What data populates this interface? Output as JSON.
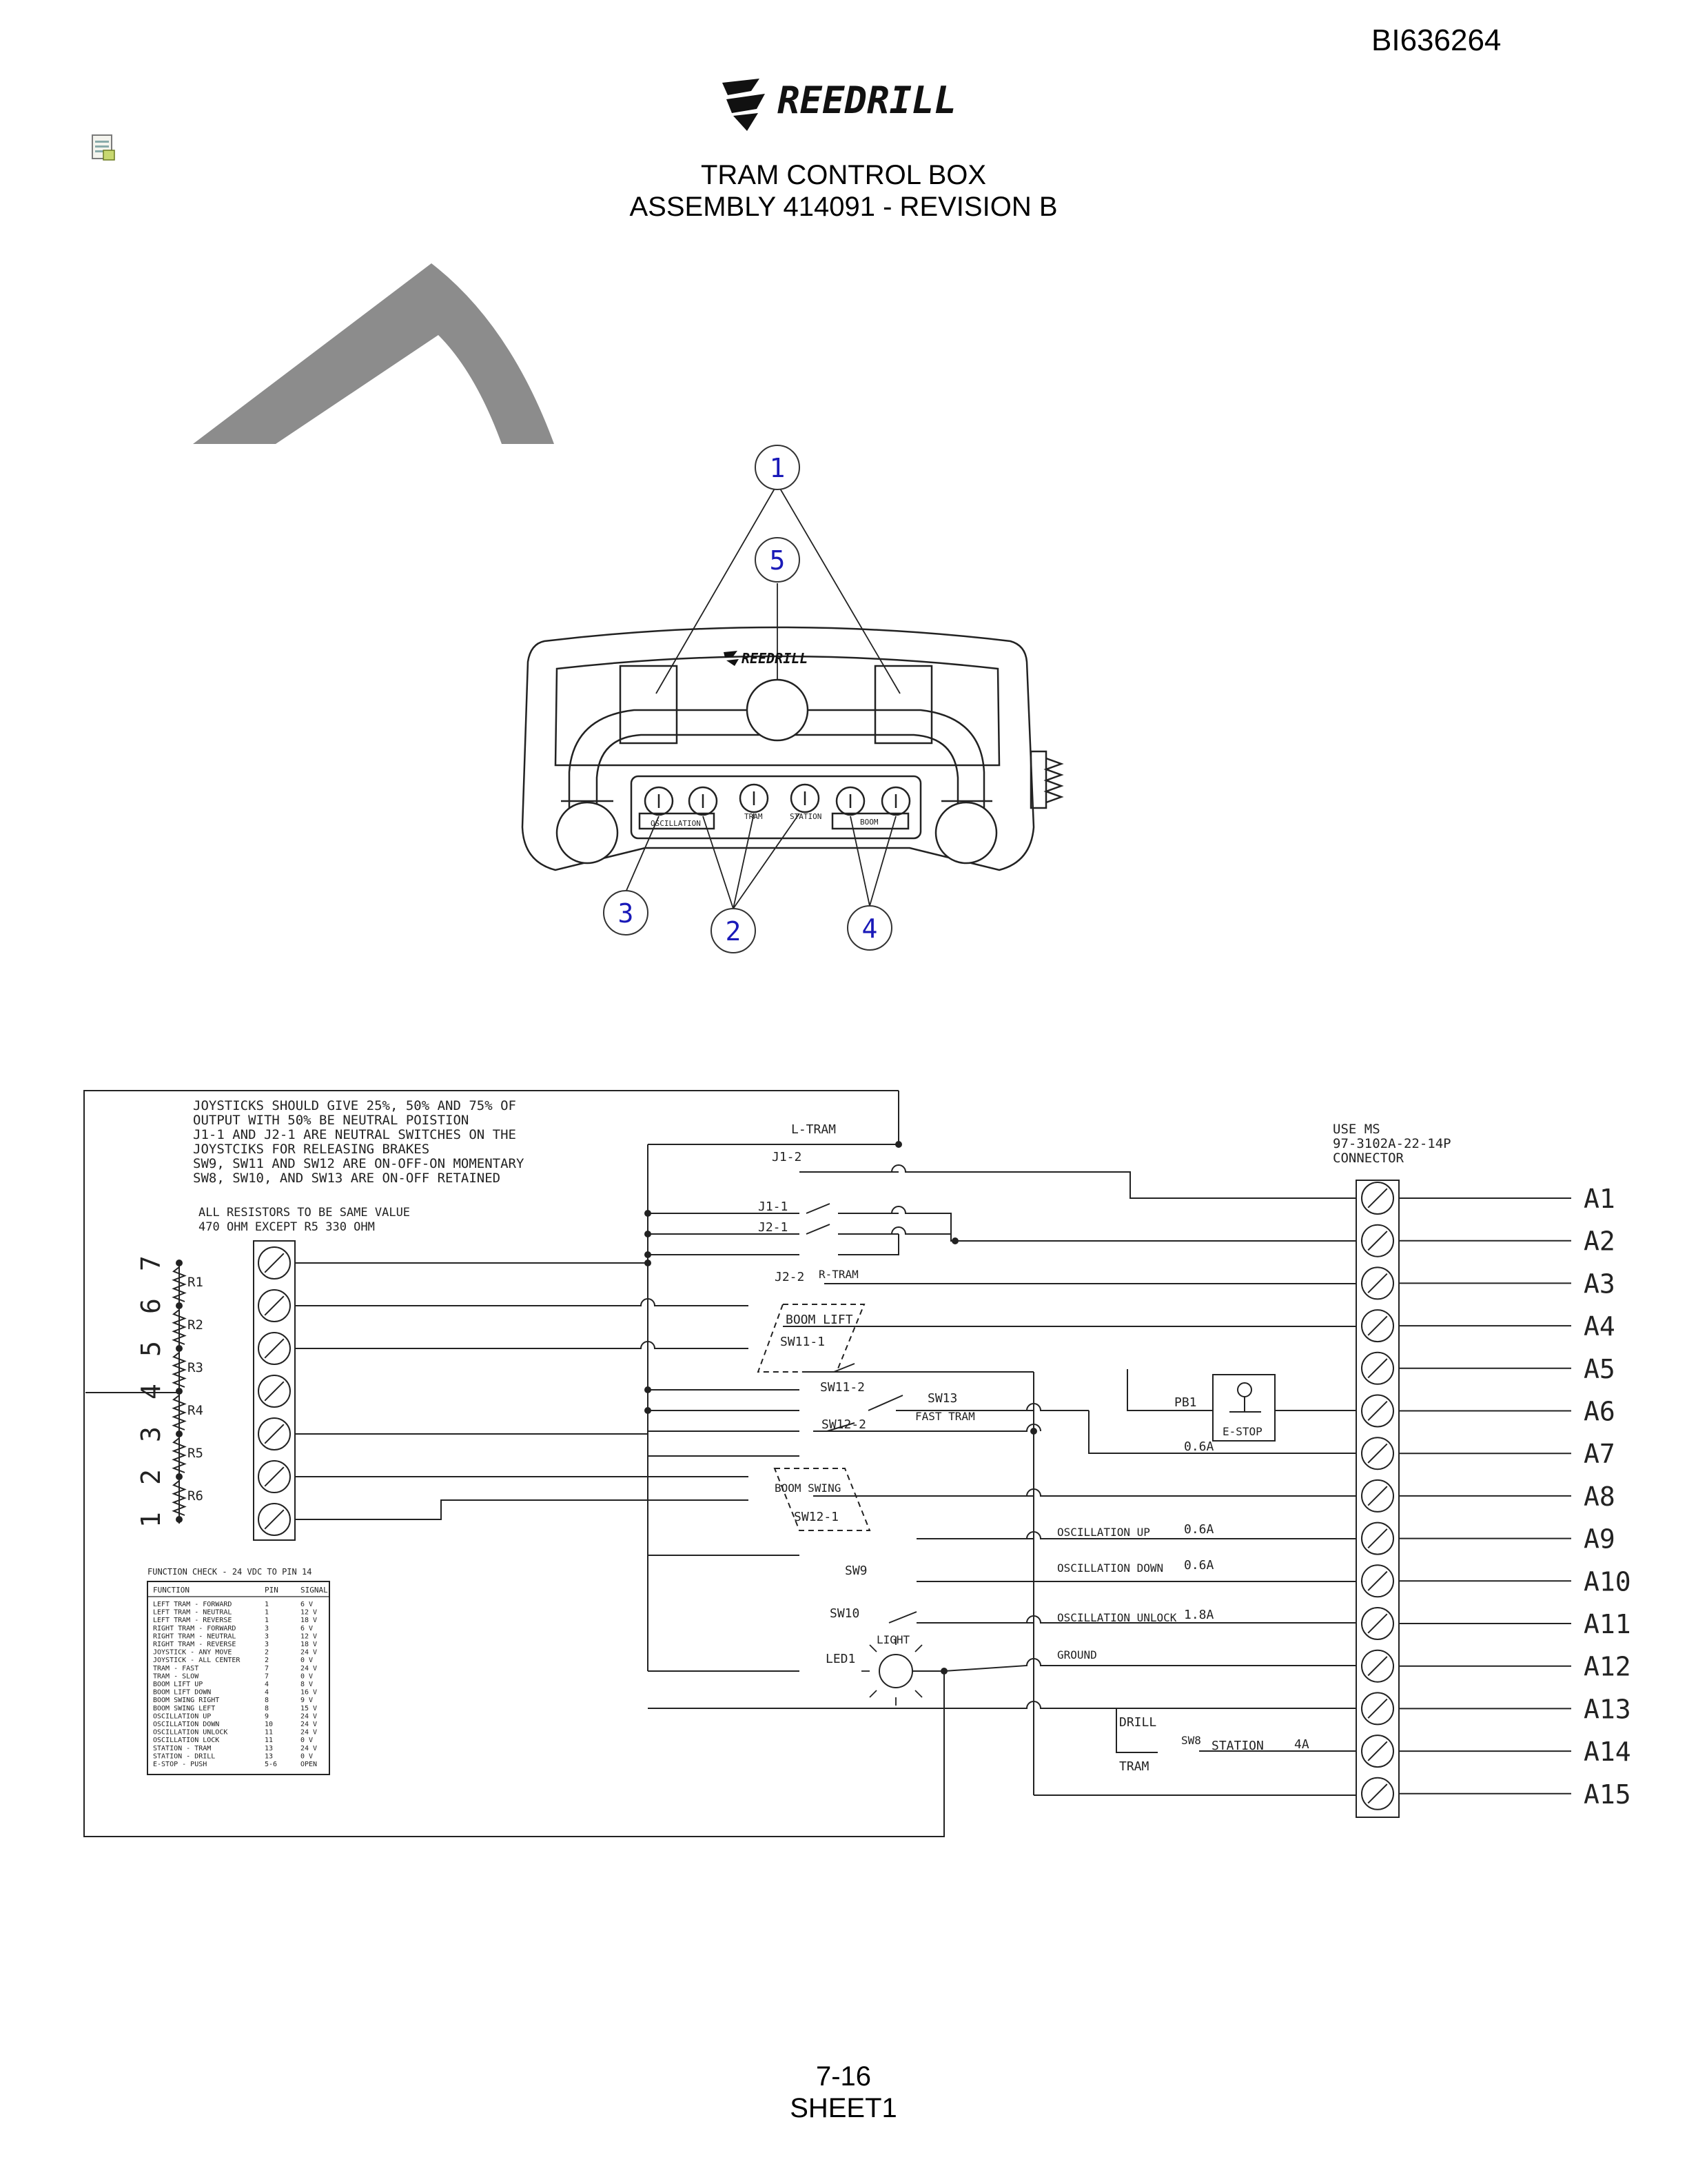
{
  "document_id": "BI636264",
  "brand": {
    "logo_text": "REEDRILL"
  },
  "title": {
    "line1": "TRAM CONTROL BOX",
    "line2": "ASSEMBLY 414091 - REVISION B"
  },
  "assembly_view": {
    "callouts": [
      "1",
      "5",
      "3",
      "2",
      "4"
    ],
    "logo_text": "REEDRILL",
    "switch_labels": {
      "oscillation": "OSCILLATION",
      "tram": "TRAM",
      "station": "STATION",
      "boom": "BOOM"
    }
  },
  "notes": {
    "joysticks": [
      "JOYSTICKS SHOULD GIVE 25%, 50% AND 75% OF",
      "OUTPUT WITH 50% BE NEUTRAL POISTION",
      "J1-1 AND J2-1 ARE NEUTRAL SWITCHES ON THE",
      "JOYSTCIKS FOR RELEASING BRAKES",
      "SW9, SW11 AND SW12 ARE ON-OFF-ON MOMENTARY",
      "SW8, SW10, AND SW13 ARE ON-OFF RETAINED"
    ],
    "resistors": [
      "ALL RESISTORS TO BE SAME VALUE",
      "470 OHM EXCEPT R5 330 OHM"
    ],
    "connector": [
      "USE MS",
      "97-3102A-22-14P",
      "CONNECTOR"
    ]
  },
  "schematic": {
    "left_terminals": [
      "7",
      "6",
      "5",
      "4",
      "3",
      "2",
      "1"
    ],
    "resistors": [
      "R1",
      "R2",
      "R3",
      "R4",
      "R5",
      "R6"
    ],
    "pins": [
      "A1",
      "A2",
      "A3",
      "A4",
      "A5",
      "A6",
      "A7",
      "A8",
      "A9",
      "A10",
      "A11",
      "A12",
      "A13",
      "A14",
      "A15"
    ],
    "labels": {
      "l_tram": "L-TRAM",
      "j1_2": "J1-2",
      "j1_1": "J1-1",
      "j2_1": "J2-1",
      "j2_2": "J2-2",
      "r_tram": "R-TRAM",
      "boom_lift": "BOOM LIFT",
      "sw11_1": "SW11-1",
      "sw11_2": "SW11-2",
      "sw13": "SW13",
      "fast_tram": "FAST TRAM",
      "sw12_2": "SW12-2",
      "boom_swing": "BOOM SWING",
      "sw12_1": "SW12-1",
      "sw9": "SW9",
      "sw10": "SW10",
      "light": "LIGHT",
      "led1": "LED1",
      "pb1": "PB1",
      "e_stop": "E-STOP",
      "i_a7": "0.6A",
      "osc_up": "OSCILLATION UP",
      "i_a9": "0.6A",
      "osc_down": "OSCILLATION DOWN",
      "i_a10": "0.6A",
      "osc_unlock": "OSCILLATION UNLOCK",
      "i_a11": "1.8A",
      "ground": "GROUND",
      "drill": "DRILL",
      "sw8": "SW8",
      "station": "STATION",
      "i_a14": "4A",
      "tram": "TRAM"
    }
  },
  "function_check": {
    "title": "FUNCTION CHECK - 24 VDC TO PIN 14",
    "columns": [
      "FUNCTION",
      "PIN",
      "SIGNAL"
    ],
    "rows": [
      [
        "LEFT TRAM - FORWARD",
        "1",
        "6 V"
      ],
      [
        "LEFT TRAM - NEUTRAL",
        "1",
        "12 V"
      ],
      [
        "LEFT TRAM - REVERSE",
        "1",
        "18 V"
      ],
      [
        "RIGHT TRAM - FORWARD",
        "3",
        "6 V"
      ],
      [
        "RIGHT TRAM - NEUTRAL",
        "3",
        "12 V"
      ],
      [
        "RIGHT TRAM - REVERSE",
        "3",
        "18 V"
      ],
      [
        "JOYSTICK - ANY MOVE",
        "2",
        "24 V"
      ],
      [
        "JOYSTICK - ALL CENTER",
        "2",
        "0 V"
      ],
      [
        "TRAM - FAST",
        "7",
        "24 V"
      ],
      [
        "TRAM - SLOW",
        "7",
        "0 V"
      ],
      [
        "BOOM LIFT UP",
        "4",
        "8 V"
      ],
      [
        "BOOM LIFT DOWN",
        "4",
        "16 V"
      ],
      [
        "BOOM SWING RIGHT",
        "8",
        "9 V"
      ],
      [
        "BOOM SWING LEFT",
        "8",
        "15 V"
      ],
      [
        "OSCILLATION UP",
        "9",
        "24 V"
      ],
      [
        "OSCILLATION DOWN",
        "10",
        "24 V"
      ],
      [
        "OSCILLATION UNLOCK",
        "11",
        "24 V"
      ],
      [
        "OSCILLATION LOCK",
        "11",
        "0 V"
      ],
      [
        "STATION - TRAM",
        "13",
        "24 V"
      ],
      [
        "STATION - DRILL",
        "13",
        "0 V"
      ],
      [
        "E-STOP - PUSH",
        "5-6",
        "OPEN"
      ]
    ]
  },
  "footer": {
    "page": "7-16",
    "sheet": "SHEET1"
  }
}
